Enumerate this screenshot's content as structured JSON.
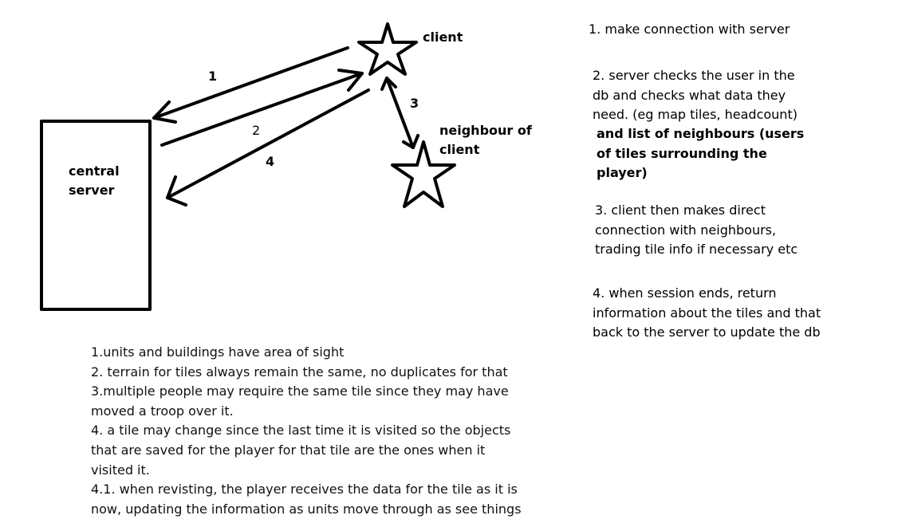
{
  "diagram": {
    "nodes": {
      "server": "central\nserver",
      "client": "client",
      "neighbour": "neighbour of\nclient"
    },
    "edge_labels": [
      "1",
      "2",
      "3",
      "4"
    ],
    "stroke_color": "#000000"
  },
  "notes": {
    "step1": "1. make connection with server",
    "step2_lines": [
      "2. server checks the user in the",
      "db and checks what data they",
      "need. (eg map tiles, headcount)"
    ],
    "step2_bold_lines": [
      "and list of neighbours (users",
      "of tiles surrounding the",
      "player)"
    ],
    "step3_lines": [
      "3. client then makes direct",
      "connection with neighbours,",
      "trading tile info if necessary etc"
    ],
    "step4_lines": [
      "4. when session ends, return",
      "information about the tiles and that",
      "back to the server to update the db"
    ]
  },
  "bottom_notes": [
    "1.units and buildings have area of sight",
    "2. terrain for tiles always remain the same, no duplicates for that",
    "3.multiple people may require the same tile since they may have",
    "moved a troop over it.",
    "4. a tile may change since the last time it is visited so the objects",
    "that are saved for the player for that tile are the ones when it",
    "visited it.",
    "4.1. when revisting, the player receives the data for the tile as it is",
    "now, updating the information as units move through as see things"
  ]
}
